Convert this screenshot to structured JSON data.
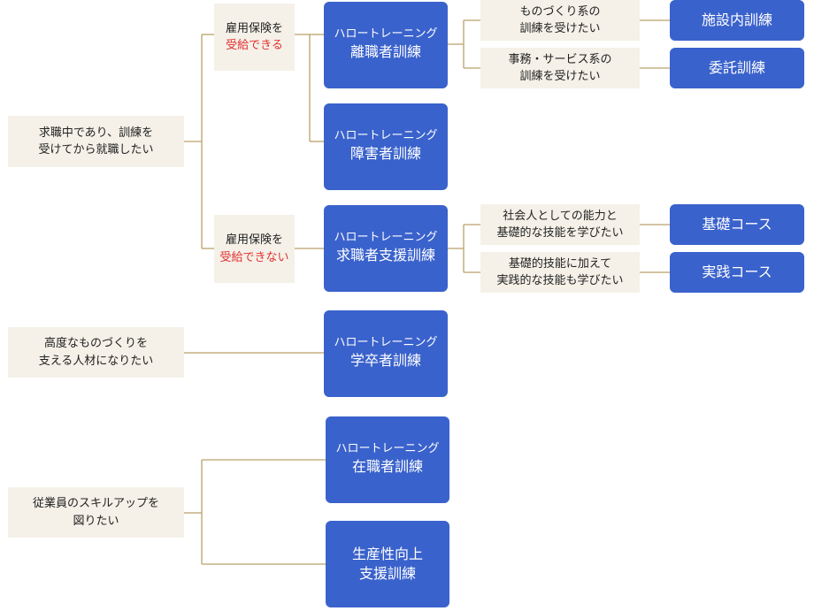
{
  "conditions": {
    "unemployed": [
      "求職中であり、訓練を",
      "受けてから就職したい"
    ],
    "advanced": [
      "高度なものづくりを",
      "支える人材になりたい"
    ],
    "employee": [
      "従業員のスキルアップを",
      "図りたい"
    ],
    "insured_top": "雇用保険を",
    "insured_bottom": "受給できる",
    "not_insured_top": "雇用保険を",
    "not_insured_bottom": "受給できない",
    "mono": [
      "ものづくり系の",
      "訓練を受けたい"
    ],
    "service": [
      "事務・サービス系の",
      "訓練を受けたい"
    ],
    "social": [
      "社会人としての能力と",
      "基礎的な技能を学びたい"
    ],
    "practical": [
      "基礎的技能に加えて",
      "実践的な技能も学びたい"
    ]
  },
  "programs": {
    "prefix": "ハロートレーニング",
    "rishokusha": "離職者訓練",
    "shogaisha": "障害者訓練",
    "kyushokusha": "求職者支援訓練",
    "gakusotsu": "学卒者訓練",
    "zaishokusha": "在職者訓練",
    "seisansei": [
      "生産性向上",
      "支援訓練"
    ]
  },
  "outcomes": {
    "shisetsunai": "施設内訓練",
    "itaku": "委託訓練",
    "kiso": "基礎コース",
    "jissen": "実践コース"
  },
  "colors": {
    "connector": "#b9a16a",
    "program_box": "#3a62cc",
    "condition_box": "#f5f1e8",
    "highlight": "#e03030"
  }
}
